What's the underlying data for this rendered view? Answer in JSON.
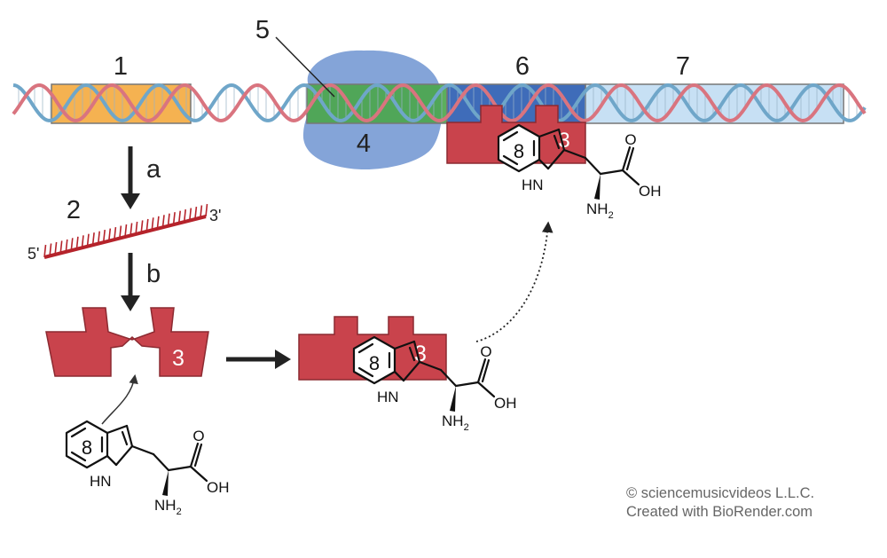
{
  "labels": {
    "gene_segment": "1",
    "mrna": "2",
    "repressor": "3",
    "rna_polymerase": "4",
    "promoter": "5",
    "operator": "6",
    "structural_genes": "7",
    "tryptophan": "8"
  },
  "steps": {
    "transcription": "a",
    "translation": "b"
  },
  "mrna_ends": {
    "five_prime": "5'",
    "three_prime": "3'"
  },
  "molecule": {
    "hn": "HN",
    "o": "O",
    "oh": "OH",
    "nh2": "NH",
    "nh2_sub": "2"
  },
  "credits": {
    "line1": "© sciencemusicvideos L.L.C.",
    "line2": "Created with BioRender.com"
  },
  "colors": {
    "dna_strand_blue": "#6fa6c9",
    "dna_strand_red": "#d9747f",
    "gene_box": "#f3a533",
    "promoter_box": "#4aa64a",
    "operator_box": "#2f5fb3",
    "structural_box": "#b9d8f1",
    "polymerase": "#7d9fd6",
    "repressor": "#c9434c",
    "mrna": "#b5232b"
  }
}
